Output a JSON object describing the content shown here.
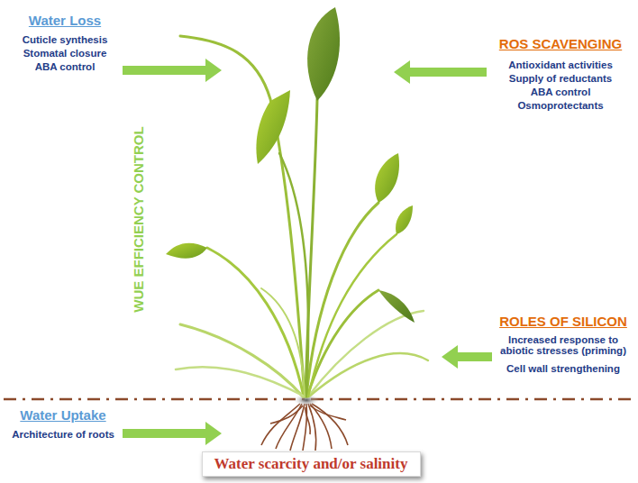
{
  "diagram": {
    "nodes": [
      {
        "text": [
          "Water scarcity and/or salinity"
        ]
      }
    ],
    "labels": [
      "Water Loss",
      "Cuticle synthesis",
      "Stomatal closure",
      "ABA control",
      "ROS SCAVENGING",
      "Antioxidant activities",
      "Supply of reductants",
      "ABA control",
      "Osmoprotectants",
      "WUE EFFICIENCY CONTROL",
      "ROLES OF SILICON",
      "Increased response to abiotic stresses (priming)",
      "Cell wall strengthening",
      "Water Uptake",
      "Architecture of roots"
    ]
  }
}
